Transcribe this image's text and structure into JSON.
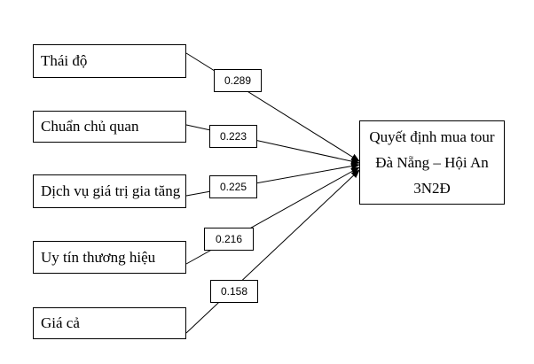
{
  "factors": [
    {
      "label": "Thái độ",
      "coef": "0.289"
    },
    {
      "label": "Chuẩn chủ quan",
      "coef": "0.223"
    },
    {
      "label": "Dịch vụ giá trị gia tăng",
      "coef": "0.225"
    },
    {
      "label": "Uy tín thương hiệu",
      "coef": "0.216"
    },
    {
      "label": "Giá cả",
      "coef": "0.158"
    }
  ],
  "outcome": {
    "lines": [
      "Quyết định mua tour",
      "Đà Nẵng – Hội An",
      "3N2Đ"
    ]
  },
  "colors": {
    "line": "#000000",
    "background": "#ffffff"
  }
}
